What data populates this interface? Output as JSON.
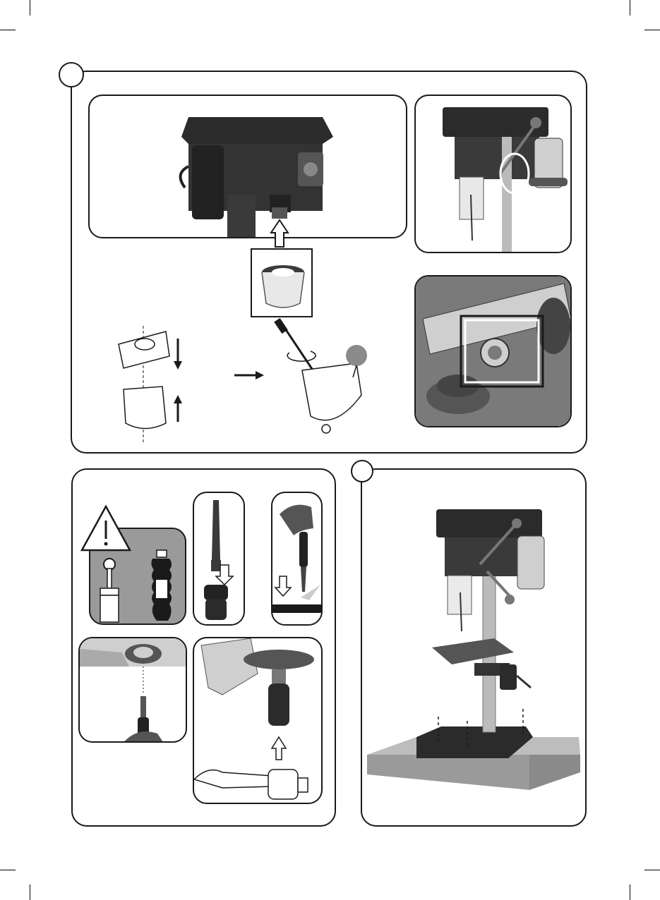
{
  "page": {
    "figures": [
      {
        "id": "fig-a",
        "label": ""
      },
      {
        "id": "fig-b",
        "label": ""
      },
      {
        "id": "fig-c",
        "label": ""
      }
    ]
  },
  "colors": {
    "ink": "#1a1a1a",
    "machine": "#2b2b2b",
    "grey_panel": "#9a9a9a",
    "base_board": "#bdbdbd"
  },
  "icons": [
    "warning-triangle-icon",
    "grease-brush-icon",
    "grease-bottle-icon",
    "up-arrow-icon",
    "down-arrow-icon",
    "right-arrow-icon",
    "rotate-arrow-icon"
  ]
}
